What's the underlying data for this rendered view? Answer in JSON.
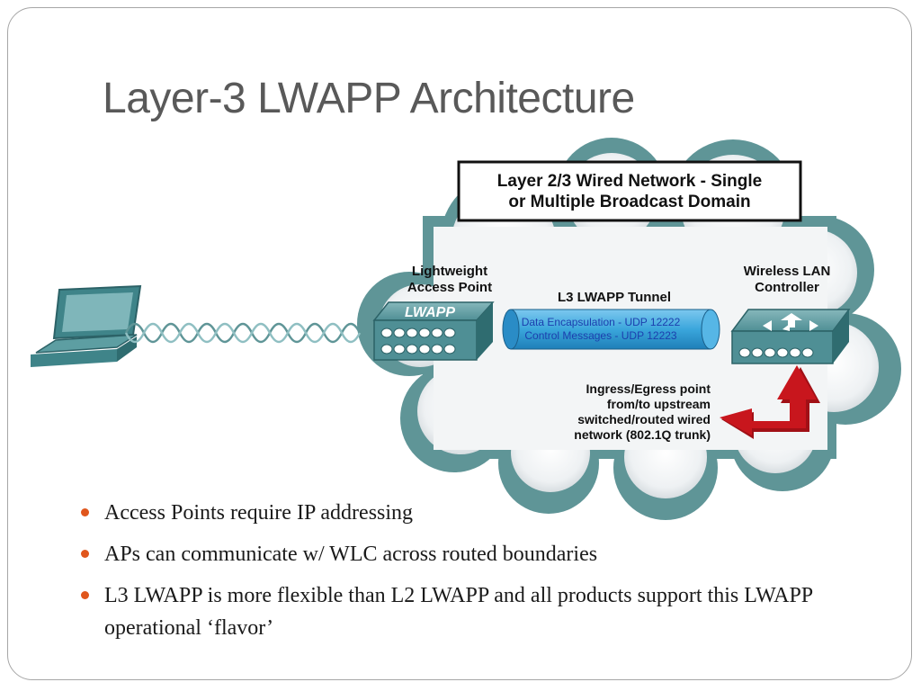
{
  "slide": {
    "title": "Layer-3 LWAPP Architecture"
  },
  "diagram": {
    "network_box": {
      "line1": "Layer 2/3 Wired Network - Single",
      "line2": "or Multiple Broadcast Domain"
    },
    "access_point": {
      "label_line1": "Lightweight",
      "label_line2": "Access Point",
      "badge": "LWAPP"
    },
    "controller": {
      "label_line1": "Wireless LAN",
      "label_line2": "Controller"
    },
    "tunnel": {
      "title": "L3 LWAPP Tunnel",
      "line1": "Data Encapsulation - UDP 12222",
      "line2": "Control Messages - UDP 12223"
    },
    "ingress": {
      "line1": "Ingress/Egress point",
      "line2": "from/to upstream",
      "line3": "switched/routed wired",
      "line4": "network (802.1Q trunk)"
    },
    "colors": {
      "cloud_rim": "#5f9597",
      "cloud_fill": "#f2f4f5",
      "device": "#4f8f95",
      "tunnel": "#3aa6dc",
      "tunnel_text": "#1c3fae",
      "arrow": "#c8161d",
      "bullet": "#e0561c"
    }
  },
  "bullets": [
    "Access Points require IP addressing",
    "APs can communicate w/ WLC across routed boundaries",
    "L3 LWAPP is more flexible than L2 LWAPP and all products support this LWAPP operational ‘flavor’"
  ]
}
